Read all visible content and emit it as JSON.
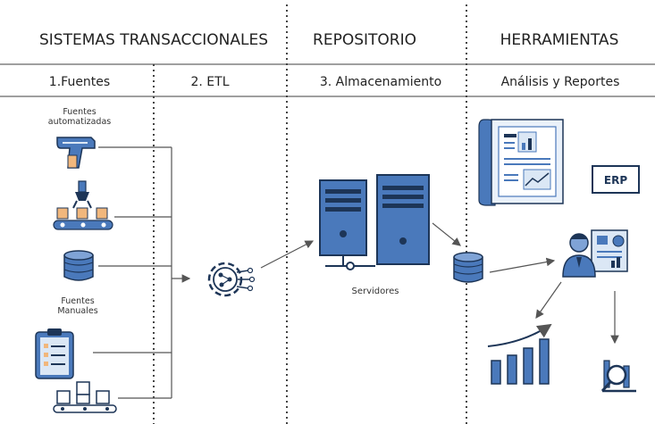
{
  "header": {
    "sistemas": "SISTEMAS TRANSACCIONALES",
    "repositorio": "REPOSITORIO",
    "herramientas": "HERRAMIENTAS"
  },
  "stages": {
    "fuentes": "1.Fuentes",
    "etl": "2. ETL",
    "almacenamiento": "3. Almacenamiento",
    "analisis": "Análisis y Reportes"
  },
  "labels": {
    "fuentes_auto_1": "Fuentes",
    "fuentes_auto_2": "automatizadas",
    "fuentes_man_1": "Fuentes",
    "fuentes_man_2": "Manuales",
    "servidores": "Servidores",
    "erp": "ERP"
  },
  "icons": {
    "scanner": "barcode-scanner-icon",
    "robot": "robotic-arm-conveyor-icon",
    "database": "database-icon",
    "clipboard": "checklist-clipboard-icon",
    "boxes": "boxes-conveyor-icon",
    "etl": "gear-network-icon",
    "servers": "server-towers-icon",
    "report": "report-document-icon",
    "analyst": "analyst-dashboard-icon",
    "growth": "growth-bar-chart-icon",
    "search": "magnifier-chart-icon"
  },
  "colors": {
    "blue": "#4a79bb",
    "dark": "#1d3557",
    "light": "#dbe7f5",
    "lines": "#555555",
    "orange": "#f1b77c"
  }
}
